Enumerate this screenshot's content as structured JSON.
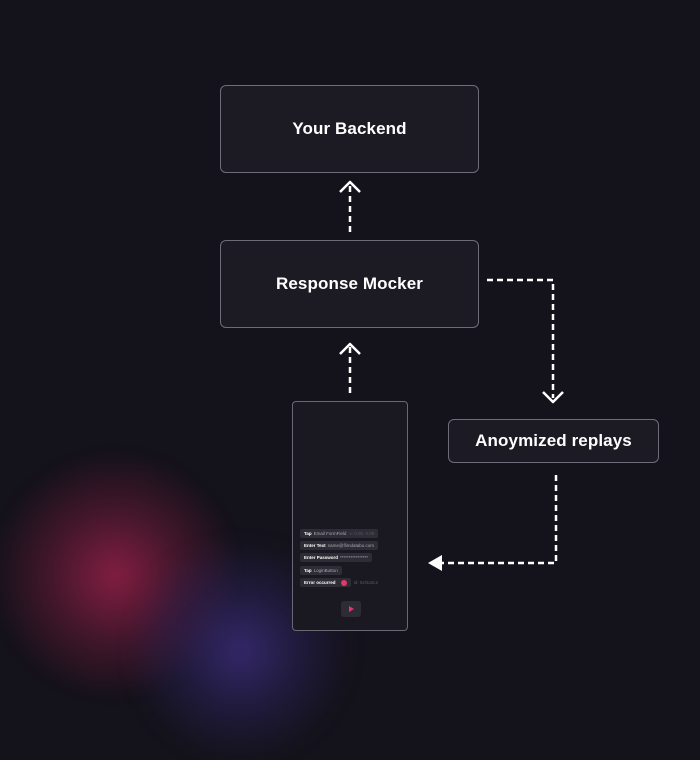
{
  "nodes": {
    "backend": "Your Backend",
    "mocker": "Response Mocker",
    "replays": "Anoymized replays"
  },
  "phone": {
    "logs": [
      {
        "action": "Tap",
        "value": "Email FormField",
        "extra": "x: 0.00, 0.00"
      },
      {
        "action": "Enter Text",
        "value": "name@flimdatabo.com",
        "extra": ""
      },
      {
        "action": "Enter Password",
        "value": "****************",
        "extra": ""
      },
      {
        "action": "Tap",
        "value": "LoginButton",
        "extra": ""
      },
      {
        "action": "Error occurred",
        "value": "",
        "extra": "Id: 0xf4a3c2"
      }
    ]
  },
  "colors": {
    "background": "#14121a",
    "box_fill": "#1c1a23",
    "box_border": "#6e6c78",
    "arrow": "#ffffff",
    "accent": "#e8356c"
  }
}
